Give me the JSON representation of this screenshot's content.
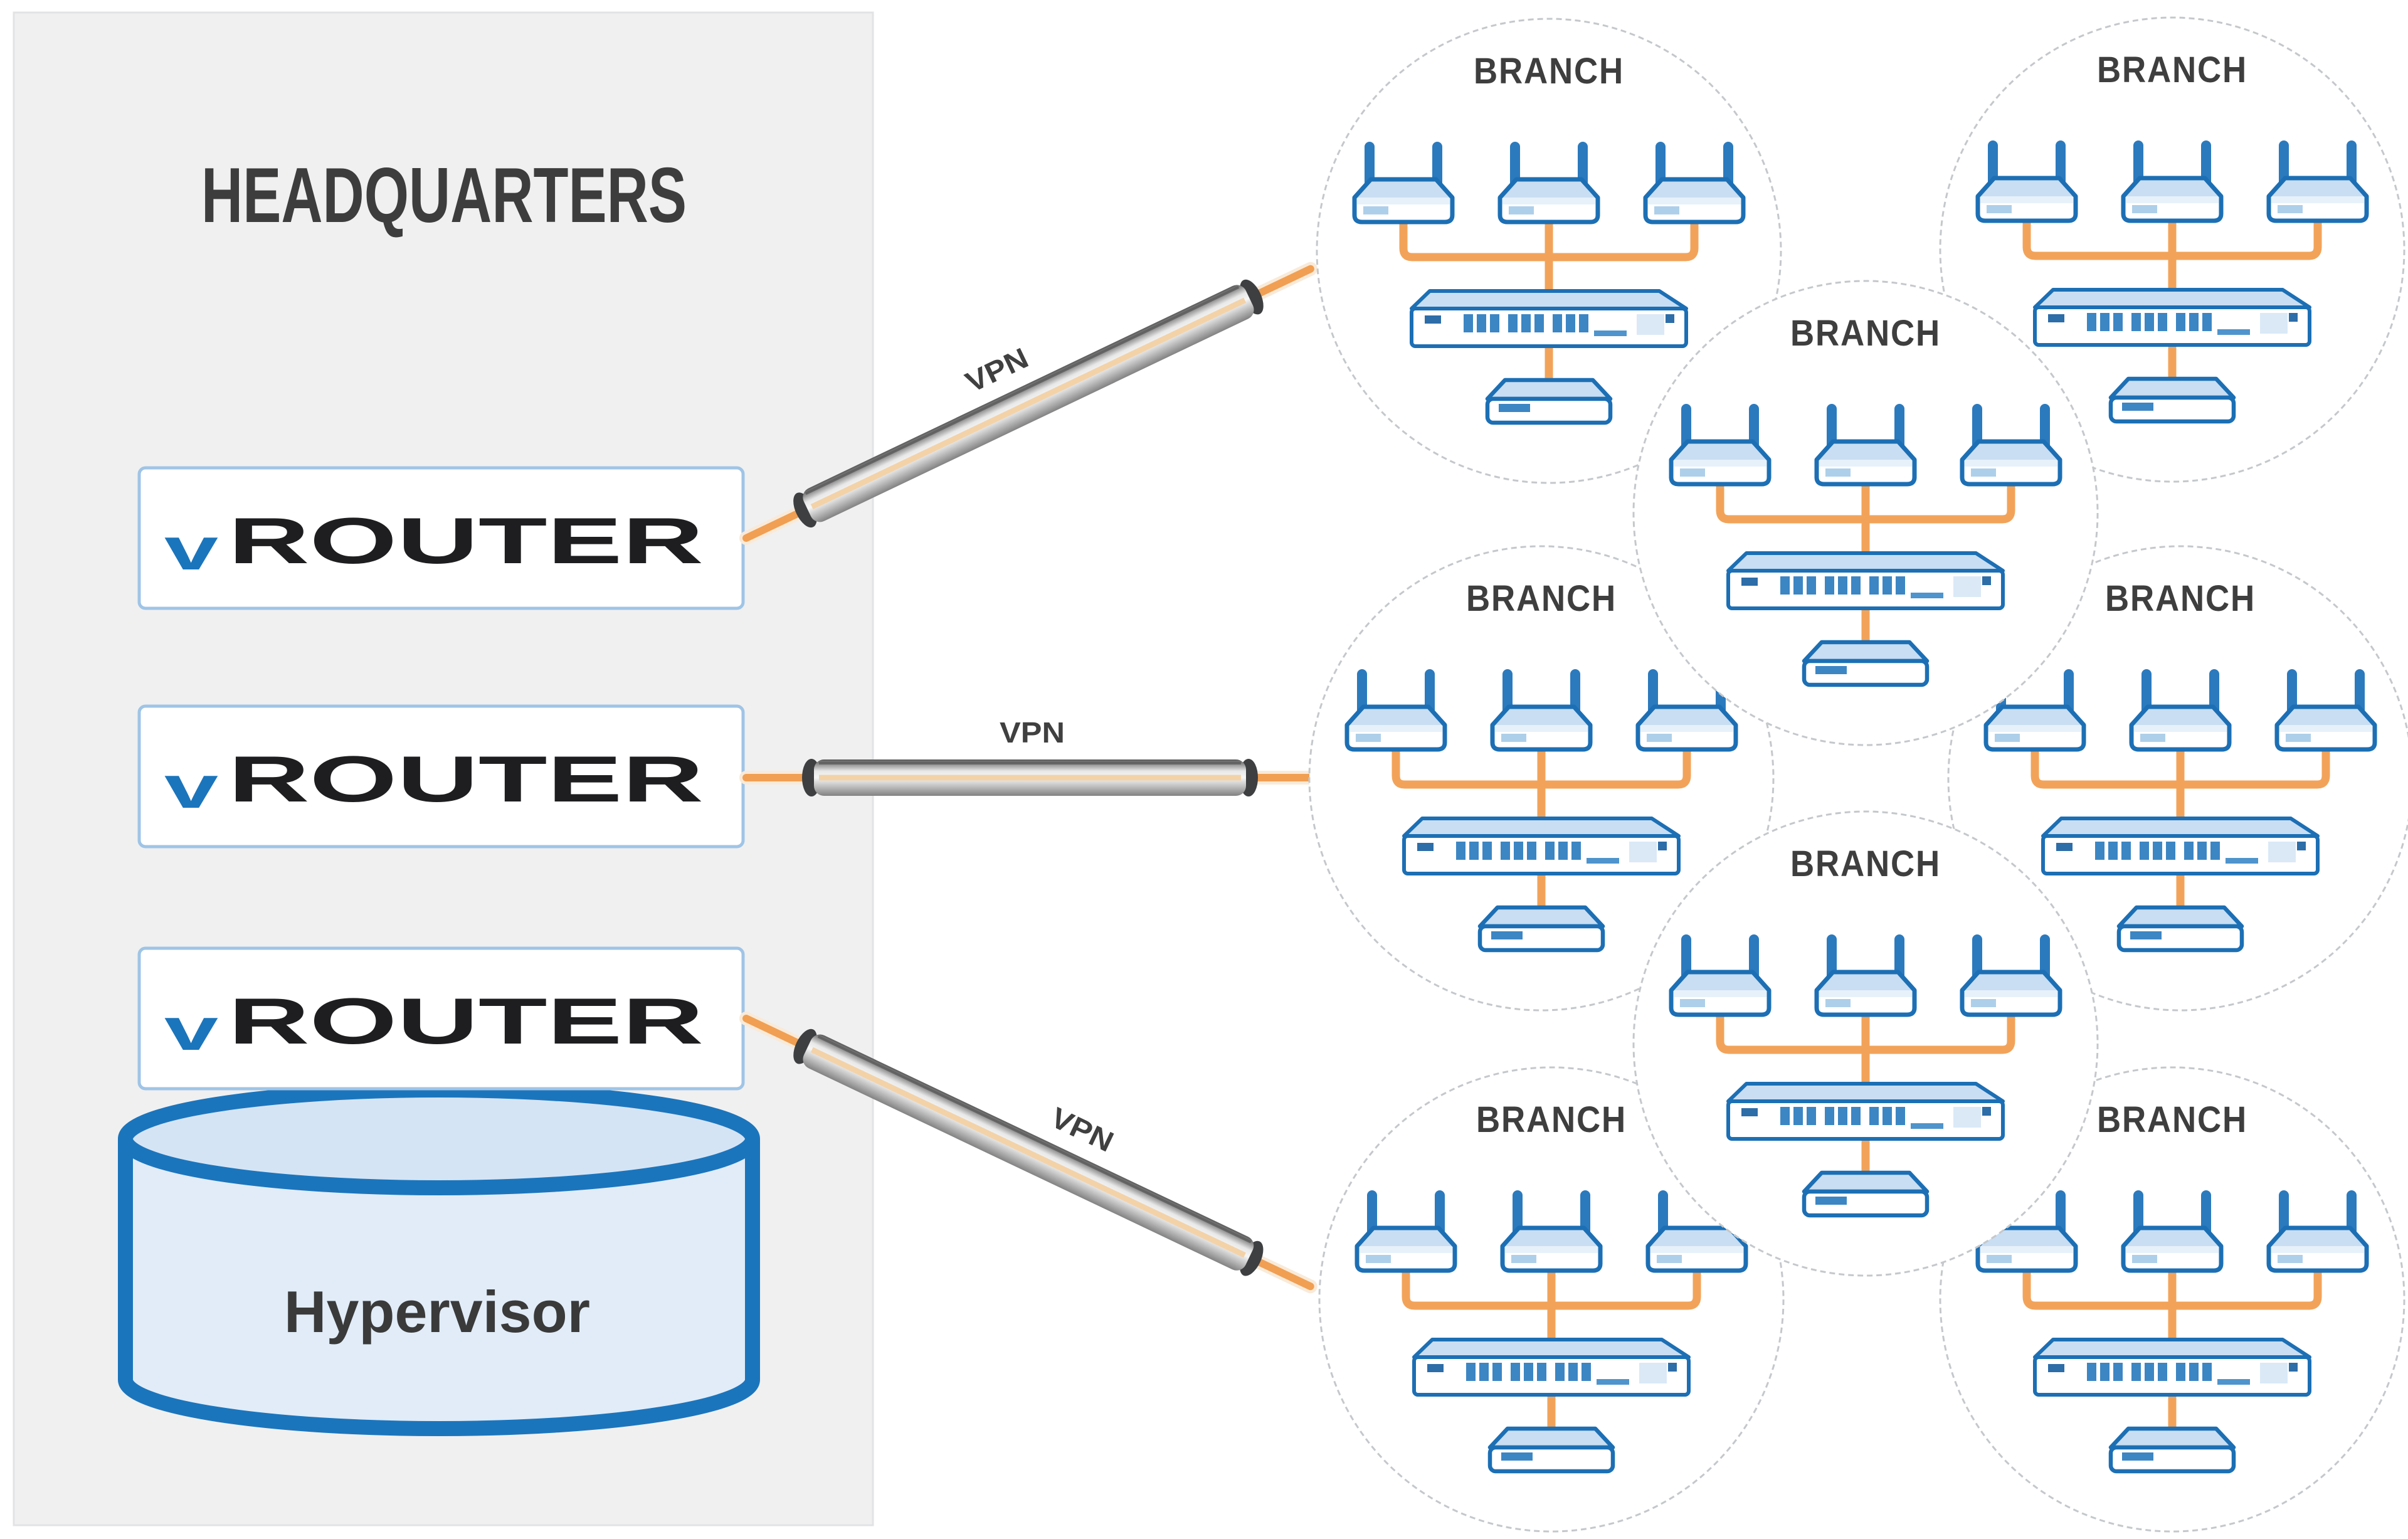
{
  "headquarters": {
    "label": "HEADQUARTERS",
    "vrouters": [
      {
        "prefix": "v",
        "name": "ROUTER"
      },
      {
        "prefix": "v",
        "name": "ROUTER"
      },
      {
        "prefix": "v",
        "name": "ROUTER"
      }
    ],
    "hypervisor": {
      "label": "Hypervisor"
    }
  },
  "connections": [
    {
      "label": "VPN"
    },
    {
      "label": "VPN"
    },
    {
      "label": "VPN"
    }
  ],
  "branches": [
    {
      "label": "BRANCH"
    },
    {
      "label": "BRANCH"
    },
    {
      "label": "BRANCH"
    },
    {
      "label": "BRANCH"
    },
    {
      "label": "BRANCH"
    },
    {
      "label": "BRANCH"
    },
    {
      "label": "BRANCH"
    },
    {
      "label": "BRANCH"
    }
  ],
  "colors": {
    "panel_bg": "#f0f0f1",
    "panel_border": "#e2e3e5",
    "device_stroke": "#1c6fb4",
    "device_top_fill": "#c9def2",
    "device_band_fill": "#e7f1fa",
    "device_dash": "#aecfe9",
    "port_blue": "#3c86c4",
    "label_block_blue": "#2d6da8",
    "antenna_blue": "#2b7abe",
    "connector_orange": "#f2a359",
    "wire_orange": "#f09f53",
    "circle_stroke": "#c5c8cb",
    "text_dark": "#3d3d3d",
    "logo_blue": "#1b75bc",
    "logo_black": "#1e1e20",
    "vrouter_box_border": "#9fc4e6",
    "cylinder_stroke": "#1b75bc",
    "cylinder_fill": "#e1ecf8",
    "cylinder_top_fill": "#d5e4f4",
    "cable_connector_dark": "#3d3f41"
  }
}
